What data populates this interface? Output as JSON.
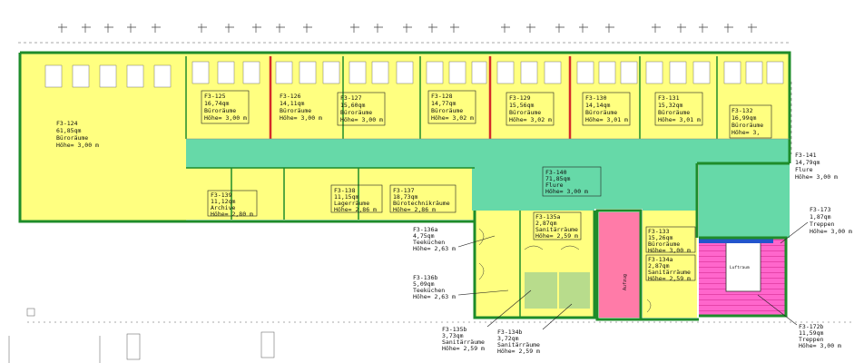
{
  "colors": {
    "office": "#ffff80",
    "corridor": "#66d9a8",
    "stair": "#ff66cc",
    "shaft": "#ff7ba8",
    "sanitary": "#b8dc8c",
    "wall": "#1e8c2a",
    "partition": "#d42a2a",
    "label_border": "#222222"
  },
  "rooms": {
    "r124": {
      "id": "F3-124",
      "area": "61,85qm",
      "use": "Büroräume",
      "height": "Höhe= 3,00 m"
    },
    "r125": {
      "id": "F3-125",
      "area": "16,74qm",
      "use": "Büroräume",
      "height": "Höhe= 3,00 m"
    },
    "r126": {
      "id": "F3-126",
      "area": "14,11qm",
      "use": "Büroräume",
      "height": "Höhe= 3,00 m"
    },
    "r127": {
      "id": "F3-127",
      "area": "15,60qm",
      "use": "Büroräume",
      "height": "Höhe= 3,00 m"
    },
    "r128": {
      "id": "F3-128",
      "area": "14,77qm",
      "use": "Büroräume",
      "height": "Höhe= 3,02 m"
    },
    "r129": {
      "id": "F3-129",
      "area": "15,56qm",
      "use": "Büroräume",
      "height": "Höhe= 3,02 m"
    },
    "r130": {
      "id": "F3-130",
      "area": "14,14qm",
      "use": "Büroräume",
      "height": "Höhe= 3,01 m"
    },
    "r131": {
      "id": "F3-131",
      "area": "15,32qm",
      "use": "Büroräume",
      "height": "Höhe= 3,01 m"
    },
    "r132": {
      "id": "F3-132",
      "area": "16,99qm",
      "use": "Büroräume",
      "height": "Höhe= 3,"
    },
    "r141": {
      "id": "F3-141",
      "area": "14,79qm",
      "use": "Flure",
      "height": "Höhe= 3,00 m"
    },
    "r173": {
      "id": "F3-173",
      "area": "1,87qm",
      "use": "Treppen",
      "height": "Höhe= 3,00 m"
    },
    "r139": {
      "id": "F3-139",
      "area": "11,12qm",
      "use": "Archive",
      "height": "Höhe= 2,80 m"
    },
    "r138": {
      "id": "F3-138",
      "area": "11,15qm",
      "use": "Lagerräume",
      "height": "Höhe= 2,86 m"
    },
    "r137": {
      "id": "F3-137",
      "area": "18,73qm",
      "use": "Bürotechnikräume",
      "height": "Höhe= 2,86 m"
    },
    "r140": {
      "id": "F3-140",
      "area": "71,85qm",
      "use": "Flure",
      "height": "Höhe= 3,00 m"
    },
    "r135a": {
      "id": "F3-135a",
      "area": "2,87qm",
      "use": "Sanitärräume",
      "height": "Höhe= 2,59 m"
    },
    "r133": {
      "id": "F3-133",
      "area": "15,26qm",
      "use": "Büroräume",
      "height": "Höhe= 3,00 m"
    },
    "r134a": {
      "id": "F3-134a",
      "area": "2,87qm",
      "use": "Sanitärräume",
      "height": "Höhe= 2,59 m"
    },
    "r136a": {
      "id": "F3-136a",
      "area": "4,75qm",
      "use": "Teeküchen",
      "height": "Höhe= 2,63 m"
    },
    "r136b": {
      "id": "F3-136b",
      "area": "5,09qm",
      "use": "Teeküchen",
      "height": "Höhe= 2,63 m"
    },
    "r135b": {
      "id": "F3-135b",
      "area": "3,73qm",
      "use": "Sanitärräume",
      "height": "Höhe= 2,59 m"
    },
    "r134b": {
      "id": "F3-134b",
      "area": "3,72qm",
      "use": "Sanitärräume",
      "height": "Höhe= 2,59 m"
    },
    "r172b": {
      "id": "F3-172b",
      "area": "11,59qm",
      "use": "Treppen",
      "height": "Höhe= 3,00 m"
    }
  },
  "labels": {
    "aufzug": "Aufzug",
    "luftraum": "Luftraum"
  }
}
